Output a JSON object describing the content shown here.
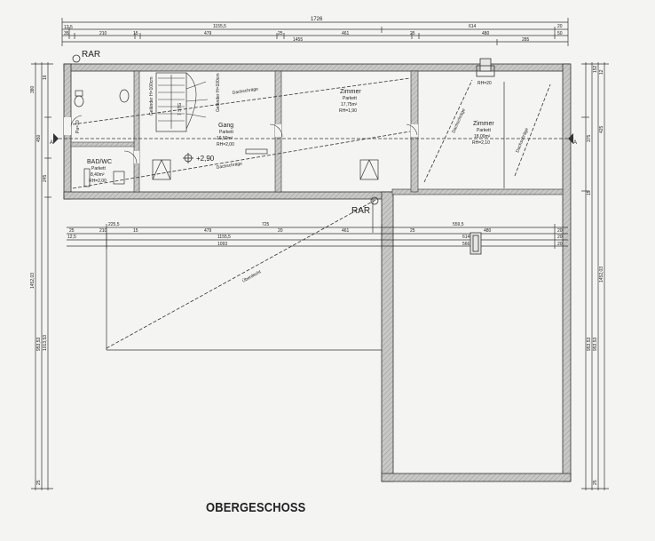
{
  "title": "OBERGESCHOSS",
  "markers": {
    "rar": "RAR",
    "section": "A"
  },
  "rooms": {
    "bad": {
      "name": "BAD/WC",
      "floor": "Parkett",
      "area": "8,40m²",
      "height": "RH=2,00"
    },
    "gang": {
      "name": "Gang",
      "floor": "Parkett",
      "area": "16,50m²",
      "height": "RH=2,00"
    },
    "zimmer1": {
      "name": "Zimmer",
      "floor": "Parkett",
      "area": "17,75m²",
      "height": "RH=1,90"
    },
    "zimmer2": {
      "name": "Zimmer",
      "floor": "Parkett",
      "area": "18,00m²",
      "height": "RH=2,10"
    }
  },
  "annotations": {
    "dachschraege": "Dachschräge",
    "gelaender1": "Geländer H=100cm",
    "gelaender2": "Geländer H=100cm",
    "stair_label": "7 STG",
    "level": "+2,90",
    "rh_chimney": "RH=20",
    "ueberdecht": "Überdecht",
    "parapet": "Pa=70"
  },
  "dims_top": {
    "overall": "1726",
    "row2": [
      "12,5",
      "1155,5",
      "614",
      "20"
    ],
    "row3": [
      "35",
      "210",
      "15",
      "479",
      "25",
      "461",
      "25",
      "480",
      "50"
    ],
    "row4": [
      "1455",
      "285"
    ]
  },
  "dims_mid": {
    "row1": [
      "225,5",
      "725",
      "559,5"
    ],
    "row2": [
      "25",
      "210",
      "15",
      "479",
      "20",
      "461",
      "25",
      "480",
      "20"
    ],
    "row3": [
      "12,5",
      "1155,5",
      "614",
      "20"
    ],
    "row4": [
      "1093",
      "566",
      "20"
    ]
  },
  "dims_side": {
    "left": [
      "380",
      "16",
      "450",
      "245",
      "1452,03",
      "953,53",
      "1013,53",
      "25"
    ],
    "right": [
      "152",
      "12",
      "375",
      "425",
      "15",
      "1452,03",
      "953,53",
      "953,53",
      "25"
    ]
  }
}
